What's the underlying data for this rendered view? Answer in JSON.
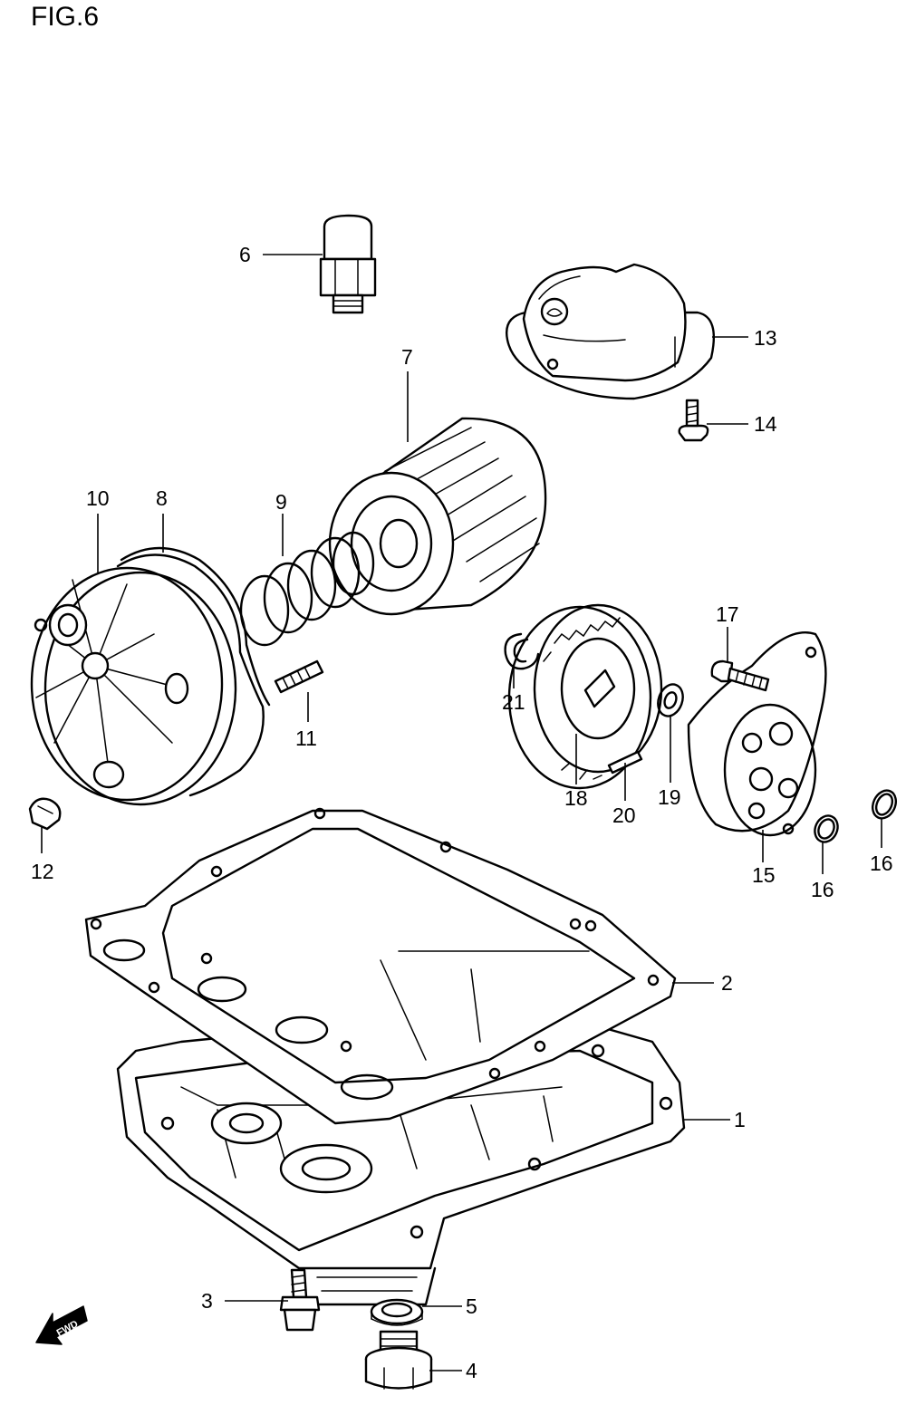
{
  "figure": {
    "title": "FIG.6"
  },
  "callouts": {
    "c1": "1",
    "c2": "2",
    "c3": "3",
    "c4": "4",
    "c5": "5",
    "c6": "6",
    "c7": "7",
    "c8": "8",
    "c9": "9",
    "c10": "10",
    "c11": "11",
    "c12": "12",
    "c13": "13",
    "c14": "14",
    "c15": "15",
    "c16a": "16",
    "c16b": "16",
    "c17": "17",
    "c18": "18",
    "c19": "19",
    "c20": "20",
    "c21": "21"
  },
  "fwd_arrow": {
    "label": "FWD"
  }
}
